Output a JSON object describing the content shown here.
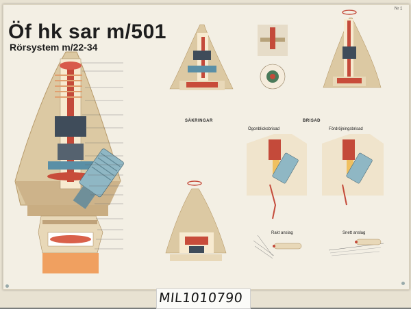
{
  "poster": {
    "title": "Öf hk sar m/501",
    "subtitle": "Rörsystem m/22-34",
    "plate_number": "Nr 1",
    "catalogue_number": "MIL1010790",
    "footer": ""
  },
  "parts": [
    "",
    "",
    "",
    "",
    "",
    "",
    "",
    "",
    "",
    "",
    "",
    "",
    "",
    "",
    "",
    "",
    ""
  ],
  "sections": {
    "safety": {
      "title": "SÄKRINGAR",
      "text": ""
    },
    "brisad": {
      "title": "BRISAD",
      "left_title": "Ögonblicksbrisad",
      "right_title": "Fördröjningsbrisad"
    },
    "impact": {
      "left_title": "Rakt anslag",
      "right_title": "Snett anslag"
    }
  },
  "captions": {
    "upper_left": "",
    "upper_middle": "",
    "upper_right": "",
    "graze": "",
    "delay": "",
    "impact": "",
    "lower_middle": ""
  },
  "colors": {
    "poster_bg": "#f3efe4",
    "fuze_body": "#dcc9a3",
    "explosive_red": "#c44a3a",
    "detonator_blue": "#8fb7c4",
    "dark_metal": "#3f4c5a"
  }
}
